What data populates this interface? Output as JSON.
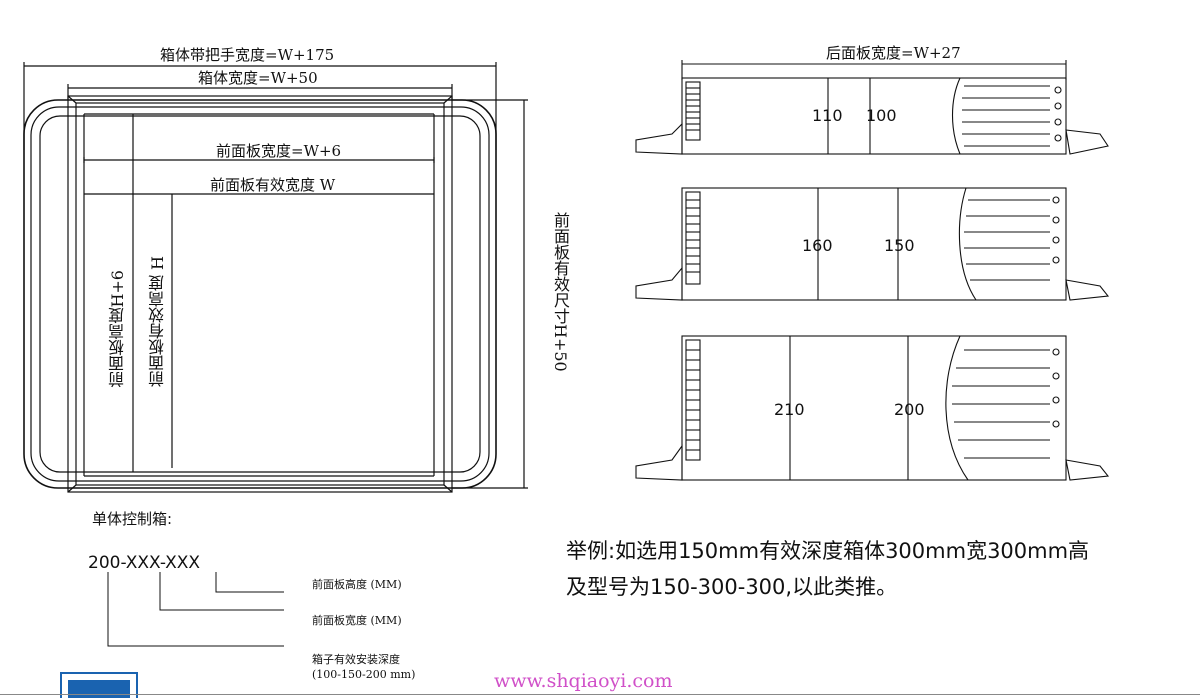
{
  "front_view": {
    "overall_width_with_handle": "箱体带把手宽度=W+175",
    "body_width": "箱体宽度=W+50",
    "front_panel_width": "前面板宽度=W+6",
    "front_panel_effective_width": "前面板有效宽度 W",
    "front_panel_height": "前面板高度H+6",
    "front_panel_effective_height": "前面板有效高度 H",
    "front_panel_effective_size": "前面板有效尺寸H+50"
  },
  "side_views": {
    "rear_panel_width": "后面板宽度=W+27",
    "views": [
      {
        "outer_depth": "110",
        "inner_depth": "100"
      },
      {
        "outer_depth": "160",
        "inner_depth": "150"
      },
      {
        "outer_depth": "210",
        "inner_depth": "200"
      }
    ]
  },
  "model_code": {
    "title": "单体控制箱:",
    "code": "200-XXX-XXX",
    "legend": [
      "前面板高度 (MM)",
      "前面板宽度 (MM)",
      "箱子有效安装深度",
      "(100-150-200 mm)"
    ]
  },
  "example": {
    "line1": "举例:如选用150mm有效深度箱体300mm宽300mm高",
    "line2": "及型号为150-300-300,以此类推。"
  },
  "website": "www.shqiaoyi.com",
  "colors": {
    "line": "#111111",
    "url": "#d050c8",
    "logo": "#1a63b0"
  }
}
